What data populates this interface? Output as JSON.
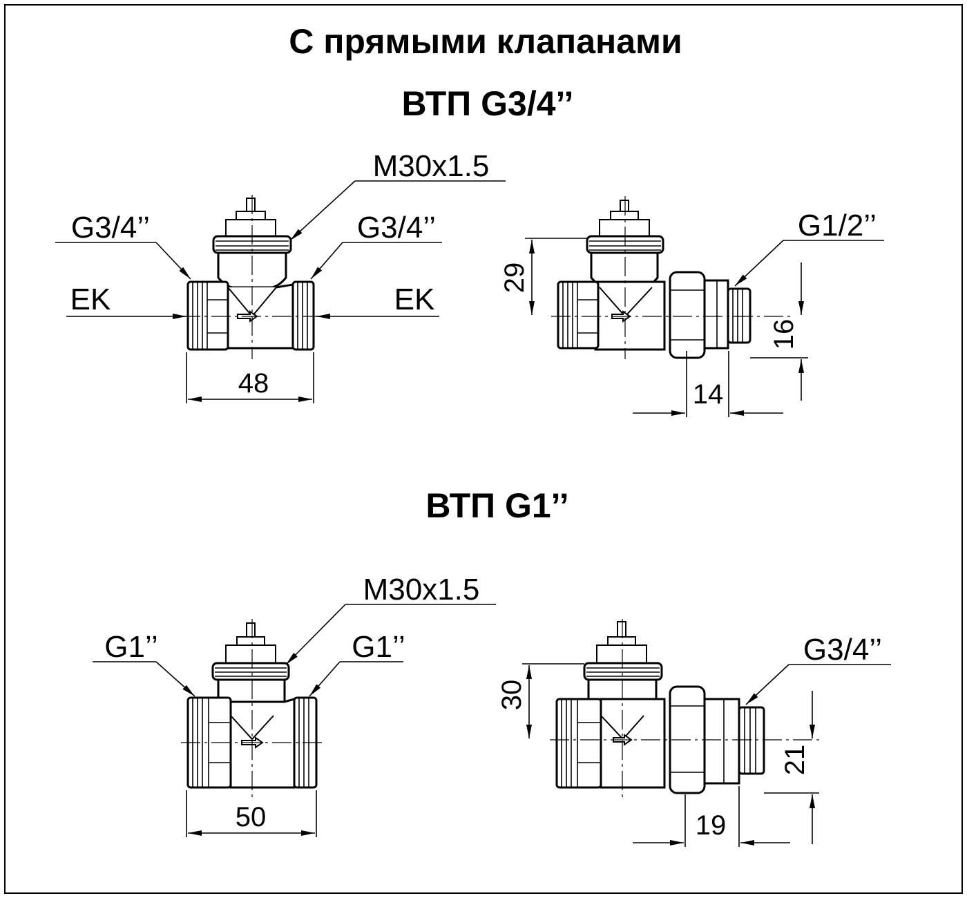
{
  "titles": {
    "main": "С прямыми клапанами",
    "section1": "ВТП G3/4’’",
    "section2": "ВТП G1’’"
  },
  "section1": {
    "top_thread": "M30x1.5",
    "left_thread": "G3/4’’",
    "right_thread": "G3/4’’",
    "left_ek": "EK",
    "right_ek": "EK",
    "width_dim": "48",
    "variant_thread": "G1/2’’",
    "dim_vertical_a": "29",
    "dim_vertical_b": "16",
    "dim_horizontal": "14"
  },
  "section2": {
    "top_thread": "M30x1.5",
    "left_thread": "G1’’",
    "right_thread": "G1’’",
    "width_dim": "50",
    "variant_thread": "G3/4’’",
    "dim_vertical_a": "30",
    "dim_vertical_b": "21",
    "dim_horizontal": "19"
  }
}
